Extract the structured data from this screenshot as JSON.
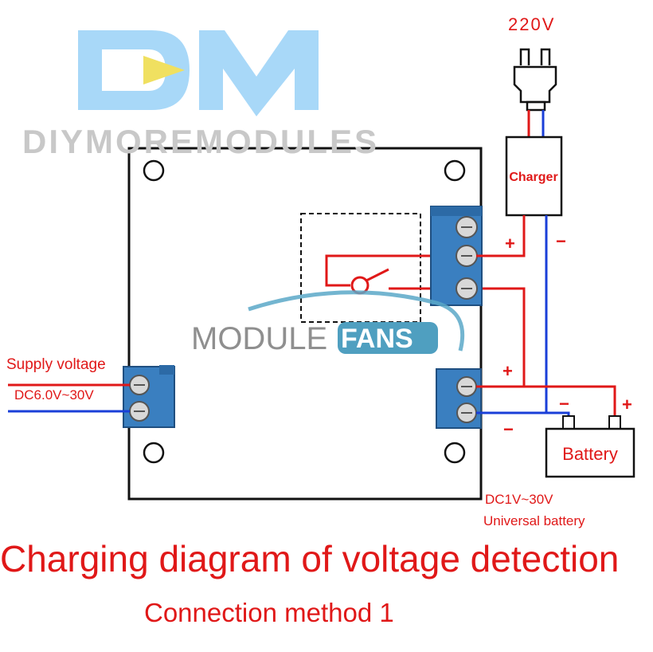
{
  "brand": {
    "logo": "DM",
    "name": "DIYMOREMODULES",
    "logo_color": "#a8d8f8",
    "accent_color": "#f0e060"
  },
  "watermark": {
    "left": "MODULE",
    "right": "FANS",
    "color": "#5aa8c8"
  },
  "mains": {
    "voltage": "220V"
  },
  "charger": {
    "label": "Charger"
  },
  "supply": {
    "label": "Supply voltage",
    "range": "DC6.0V~30V"
  },
  "battery": {
    "label": "Battery",
    "range": "DC1V~30V",
    "type": "Universal battery"
  },
  "signs": {
    "plus": "+",
    "minus": "−"
  },
  "caption": {
    "title": "Charging diagram of voltage detection",
    "subtitle": "Connection method 1"
  },
  "colors": {
    "positive_wire": "#e01818",
    "negative_wire": "#1a3fd8",
    "terminal_block": "#3a7fc0",
    "text_accent": "#e01818"
  },
  "icons": {
    "plug": "power-plug-icon",
    "relay": "relay-switch-icon"
  }
}
